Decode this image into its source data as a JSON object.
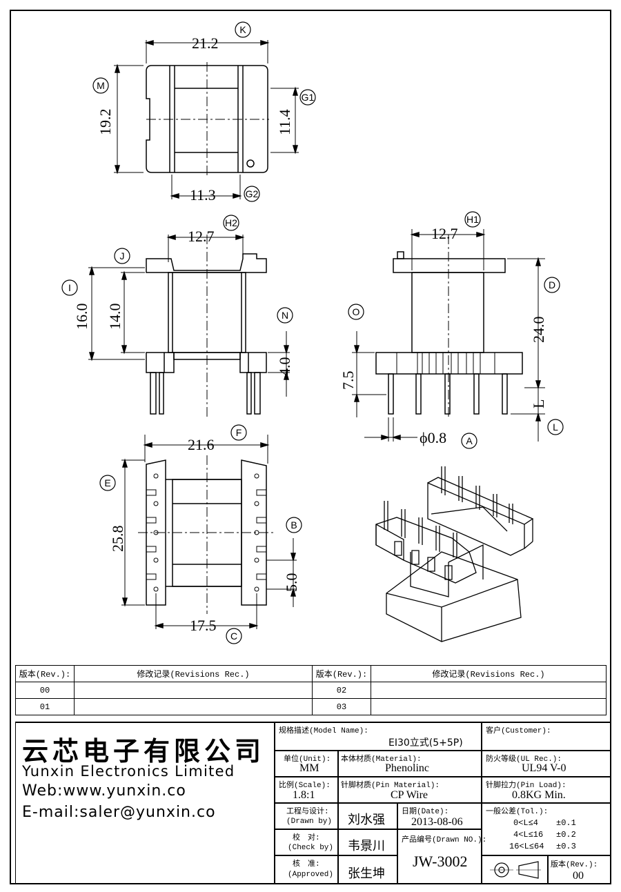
{
  "dimensions": {
    "top_width": "21.2",
    "top_height": "19.2",
    "top_inner_height": "11.4",
    "top_slot_width": "11.3",
    "side_left_top": "12.7",
    "side_left_total": "16.0",
    "side_left_inner": "14.0",
    "side_left_flange": "4.0",
    "side_right_top": "12.7",
    "side_right_height": "24.0",
    "side_right_base": "7.5",
    "side_right_pin_dia": "ϕ0.8",
    "side_right_L": "L",
    "bottom_width": "21.6",
    "bottom_height": "25.8",
    "bottom_pitch": "5.0",
    "bottom_span": "17.5"
  },
  "bubbles": {
    "K": "K",
    "M": "M",
    "G1": "G1",
    "G2": "G2",
    "H2": "H2",
    "H1": "H1",
    "J": "J",
    "I": "I",
    "N": "N",
    "O": "O",
    "D": "D",
    "L": "L",
    "A": "A",
    "F": "F",
    "E": "E",
    "B": "B",
    "C": "C"
  },
  "revisions": {
    "header_rev": "版本(Rev.):",
    "header_rec": "修改记录(Revisions Rec.)",
    "rows": [
      {
        "left_rev": "00",
        "left_rec": "",
        "right_rev": "02",
        "right_rec": ""
      },
      {
        "left_rev": "01",
        "left_rec": "",
        "right_rev": "03",
        "right_rec": ""
      }
    ]
  },
  "company": {
    "cn_name": "云芯电子有限公司",
    "en_name": "Yunxin Electronics Limited",
    "web": "Web:www.yunxin.co",
    "email": "E-mail:saler@yunxin.co"
  },
  "title_block": {
    "model_label": "规格描述(Model Name):",
    "model_value": "EI30立式(5+5P)",
    "customer_label": "客户(Customer):",
    "customer_value": "",
    "unit_label": "单位(Unit):",
    "unit_value": "MM",
    "material_label": "本体材质(Material):",
    "material_value": "Phenolinc",
    "ul_label": "防火等级(UL Rec.):",
    "ul_value": "UL94 V-0",
    "scale_label": "比例(Scale):",
    "scale_value": "1.8:1",
    "pin_material_label": "针脚材质(Pin Material):",
    "pin_material_value": "CP Wire",
    "pin_load_label": "针脚拉力(Pin Load):",
    "pin_load_value": "0.8KG Min.",
    "drawn_label_cn": "工程与设计:",
    "drawn_label_en": "(Drawn by)",
    "drawn_value": "刘水强",
    "date_label": "日期(Date):",
    "date_value": "2013-08-06",
    "tol_label": "一般公差(Tol.):",
    "tol_rows": [
      {
        "range": "0<L≤4",
        "value": "±0.1"
      },
      {
        "range": "4<L≤16",
        "value": "±0.2"
      },
      {
        "range": "16<L≤64",
        "value": "±0.3"
      }
    ],
    "check_label_cn": "校　对:",
    "check_label_en": "(Check by)",
    "check_value": "韦景川",
    "drawn_no_label": "产品编号(Drawn NO.):",
    "drawn_no_value": "JW-3002",
    "approved_label_cn": "核　准:",
    "approved_label_en": "(Approved)",
    "approved_value": "张生坤",
    "rev_label": "版本(Rev.):",
    "rev_value": "00"
  }
}
